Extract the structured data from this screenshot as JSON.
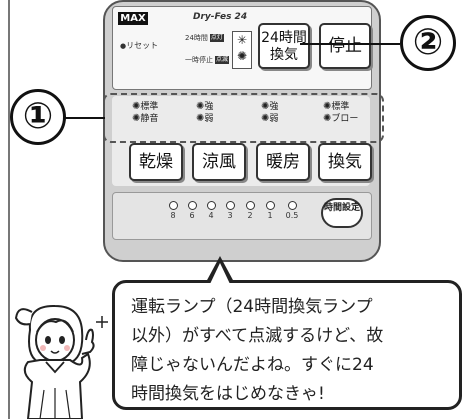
{
  "remote": {
    "logo": "MAX",
    "model": "Dry-Fes 24",
    "reset_label": "リセット",
    "indicator_24h": "24時間",
    "indicator_stop": "一時停止",
    "lamp_on": "点灯",
    "lamp_blink": "点滅",
    "btn_24h": "24時間換気",
    "btn_stop": "停止",
    "mode_indicators": [
      {
        "line1": "標準",
        "line2": "静音"
      },
      {
        "line1": "強",
        "line2": "弱"
      },
      {
        "line1": "強",
        "line2": "弱"
      },
      {
        "line1": "標準",
        "line2": "ブロー"
      }
    ],
    "mode_buttons": [
      "乾燥",
      "涼風",
      "暖房",
      "換気"
    ],
    "timer_ticks": [
      "8",
      "6",
      "4",
      "3",
      "2",
      "1",
      "0.5"
    ],
    "timer_button": "時間設定"
  },
  "callouts": {
    "one": "①",
    "two": "②"
  },
  "speech": {
    "lines": [
      "運転ランプ（24時間換気ランプ",
      "以外）がすべて点滅するけど、故",
      "障じゃないんだよね。すぐに24",
      "時間換気をはじめなきゃ!"
    ]
  }
}
